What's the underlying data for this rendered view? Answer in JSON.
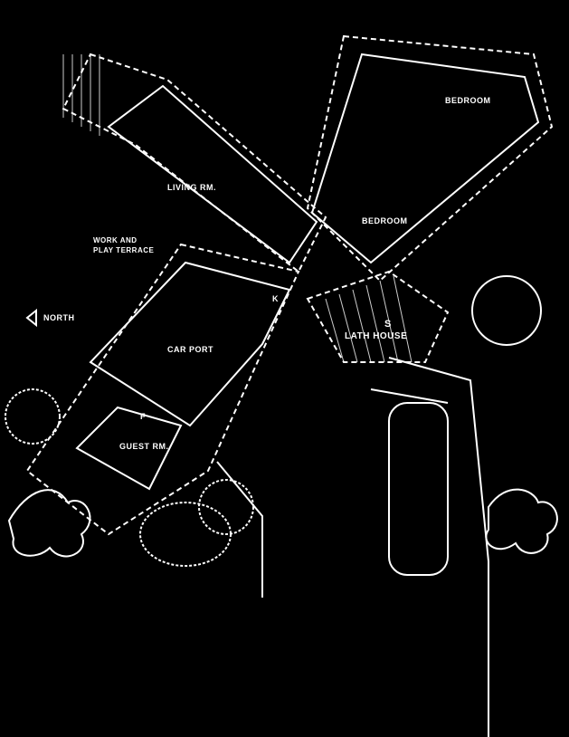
{
  "plan": {
    "rooms": {
      "bedroom_1": "BEDROOM",
      "bedroom_2": "BEDROOM",
      "living": "LIVING RM.",
      "terrace_line1": "WORK AND",
      "terrace_line2": "PLAY TERRACE",
      "kitchen": "K",
      "carport": "CAR PORT",
      "guest": "GUEST RM.",
      "furnace": "F",
      "storage": "S",
      "lath_house": "LATH HOUSE"
    },
    "north_label": "NORTH",
    "colors": {
      "background": "#000000",
      "lines": "#ffffff"
    }
  }
}
